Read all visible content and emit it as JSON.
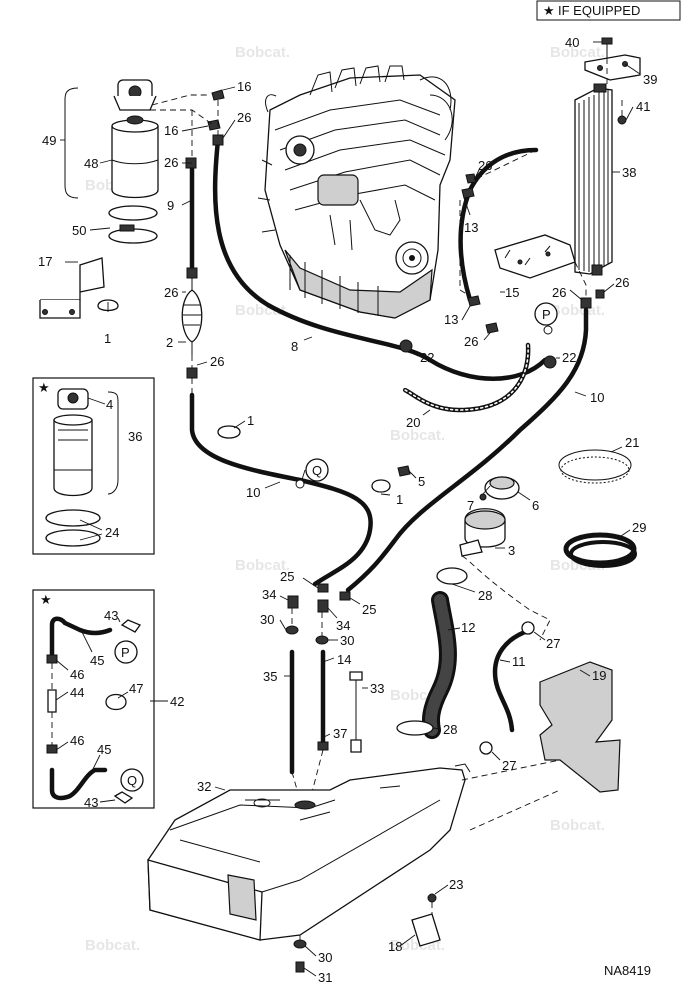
{
  "header": {
    "star": "★",
    "text": "IF EQUIPPED"
  },
  "watermark": "Bobcat.",
  "doc_code": "NA8419",
  "callouts": {
    "c40": "40",
    "c39": "39",
    "c41": "41",
    "c38": "38",
    "c16a": "16",
    "c16b": "16",
    "c26a": "26",
    "c26b": "26",
    "c49": "49",
    "c48": "48",
    "c9": "9",
    "c50": "50",
    "c17": "17",
    "c1a": "1",
    "c26c": "26",
    "c2": "2",
    "c26d": "26",
    "c8": "8",
    "c26e": "26",
    "c13a": "13",
    "c15": "15",
    "c13b": "13",
    "c26f": "26",
    "c22a": "22",
    "c22b": "22",
    "c26g": "26",
    "c26h": "26",
    "c20": "20",
    "c10a": "10",
    "c1b": "1",
    "c4": "4",
    "c36": "36",
    "c24": "24",
    "c10b": "10",
    "c1c": "1",
    "c5": "5",
    "c7": "7",
    "c6": "6",
    "c3": "3",
    "c21": "21",
    "c29": "29",
    "c25a": "25",
    "c25b": "25",
    "c34a": "34",
    "c34b": "34",
    "c30a": "30",
    "c30b": "30",
    "c28a": "28",
    "c12": "12",
    "c27a": "27",
    "c11": "11",
    "c19": "19",
    "c35": "35",
    "c14": "14",
    "c33": "33",
    "c37": "37",
    "c28b": "28",
    "c27b": "27",
    "c43a": "43",
    "c45a": "45",
    "c46a": "46",
    "c47": "47",
    "c44": "44",
    "c42": "42",
    "c46b": "46",
    "c45b": "45",
    "c43b": "43",
    "c32": "32",
    "c23": "23",
    "c18": "18",
    "c30c": "30",
    "c31": "31",
    "m_p1": "P",
    "m_p2": "P",
    "m_q1": "Q",
    "m_q2": "Q",
    "star1": "★",
    "star2": "★"
  }
}
